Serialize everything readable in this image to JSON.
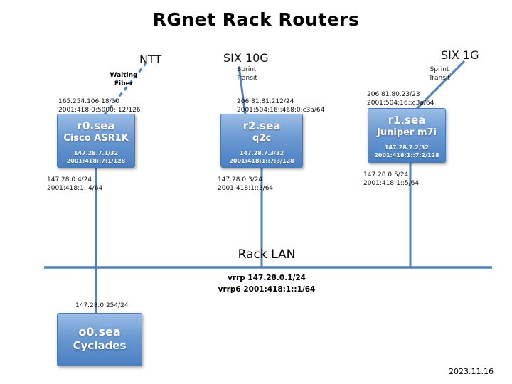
{
  "title": "RGnet Rack Routers",
  "date": "2023.11.16",
  "externals": {
    "ntt": {
      "label": "NTT",
      "note": "Waiting Fiber"
    },
    "six10g": {
      "label": "SIX 10G",
      "note": "Sprint Transit"
    },
    "six1g": {
      "label": "SIX 1G",
      "note": "Sprint Transit"
    }
  },
  "routers": {
    "r0": {
      "name": "r0.sea",
      "model": "Cisco ASR1K",
      "loopback_v4": "147.28.7.1/32",
      "loopback_v6": "2001:418::7:1/128",
      "uplink_v4": "165.254.106.18/30",
      "uplink_v6": "2001:418:0:5000::12/126",
      "lan_v4": "147.28.0.4/24",
      "lan_v6": "2001:418:1::4/64"
    },
    "r2": {
      "name": "r2.sea",
      "model": "q2c",
      "loopback_v4": "147.28.7.3/32",
      "loopback_v6": "2001:418:1::7:3/128",
      "uplink_v4": "206.81.81.212/24",
      "uplink_v6": "2001:504:16::468:0:c3a/64",
      "lan_v4": "147.28.0.3/24",
      "lan_v6": "2001:418:1::3/64"
    },
    "r1": {
      "name": "r1.sea",
      "model": "Juniper m7i",
      "loopback_v4": "147.28.7.2/32",
      "loopback_v6": "2001:418:1::7:2/128",
      "uplink_v4": "206.81.80.23/23",
      "uplink_v6": "2001:504:16::c3a/64",
      "lan_v4": "147.28.0.5/24",
      "lan_v6": "2001:418:1::5/64"
    }
  },
  "console_server": {
    "name": "o0.sea",
    "model": "Cyclades",
    "lan_v4": "147.28.0.254/24"
  },
  "rack_lan": {
    "label": "Rack LAN",
    "vrrp_v4": "vrrp 147.28.0.1/24",
    "vrrp_v6": "vrrp6 2001:418:1::1/64"
  }
}
